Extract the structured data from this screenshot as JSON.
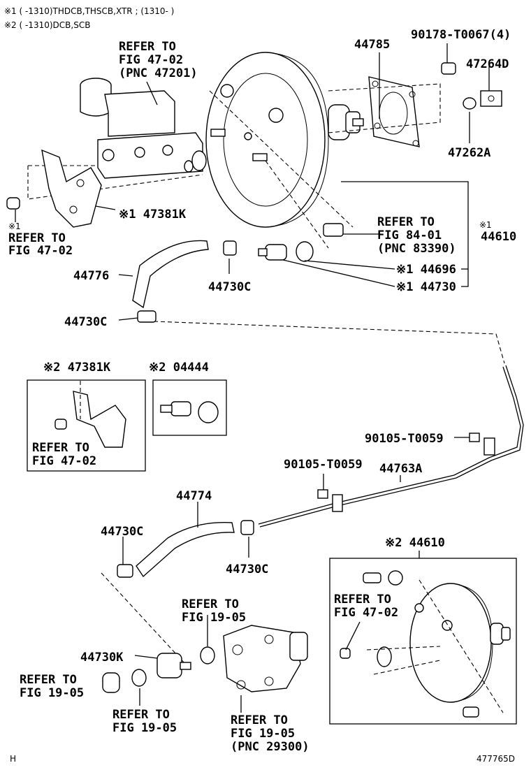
{
  "notes": {
    "note1": "※1 (      -1310)THDCB,THSCB,XTR ; (1310-      )",
    "note2": "※2 (      -1310)DCB,SCB"
  },
  "labels": {
    "p44785": "44785",
    "p90178": "90178-T0067(4)",
    "p47264d": "47264D",
    "p47262a": "47262A",
    "ref_47_02_top_1": "REFER TO",
    "ref_47_02_top_2": "FIG 47-02",
    "ref_47_02_top_3": "(PNC 47201)",
    "p47381k_main": "※1 47381K",
    "mark1_left": "※1",
    "ref_left_1": "REFER TO",
    "ref_left_2": "FIG 47-02",
    "ref_84_1": "REFER TO",
    "ref_84_2": "FIG 84-01",
    "ref_84_3": "(PNC 83390)",
    "mark1_44610": "※1",
    "p44610_main": "44610",
    "p44696": "※1 44696",
    "p44730": "※1 44730",
    "p44776": "44776",
    "p44730c_a": "44730C",
    "p44730c_b": "44730C",
    "p47381k_box": "※2 47381K",
    "p04444": "※2 04444",
    "ref_box_1": "REFER TO",
    "ref_box_2": "FIG 47-02",
    "p90105_a": "90105-T0059",
    "p90105_b": "90105-T0059",
    "p44763a": "44763A",
    "p44774": "44774",
    "p44730c_c": "44730C",
    "p44730c_d": "44730C",
    "p44610_box": "※2 44610",
    "ref_box2_1": "REFER TO",
    "ref_box2_2": "FIG 47-02",
    "ref_19_a1": "REFER TO",
    "ref_19_a2": "FIG 19-05",
    "p44730k": "44730K",
    "ref_19_b1": "REFER TO",
    "ref_19_b2": "FIG 19-05",
    "ref_19_c1": "REFER TO",
    "ref_19_c2": "FIG 19-05",
    "ref_19_d1": "REFER TO",
    "ref_19_d2": "FIG 19-05",
    "ref_19_d3": "(PNC 29300)",
    "footer_left": "H",
    "footer_right": "477765D"
  }
}
